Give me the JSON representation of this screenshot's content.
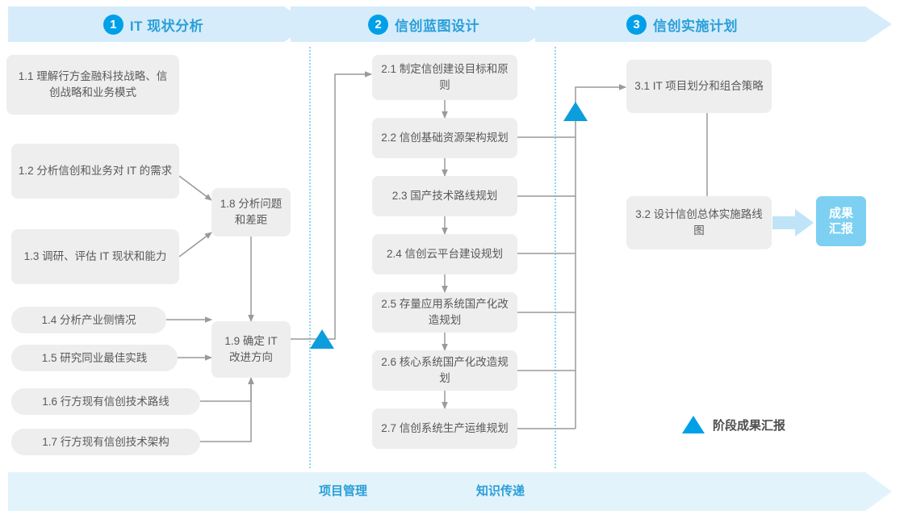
{
  "colors": {
    "accent_blue": "#00a0e9",
    "title_blue": "#2b9fd9",
    "header_band": "#d6ecfa",
    "bottom_band": "#e3f3fb",
    "box_gray": "#eeeeee",
    "box_text": "#595959",
    "badge_blue": "#7dd0f2",
    "connector_gray": "#9a9a9a",
    "divider_dotted": "#5bc8e8"
  },
  "header": {
    "phases": [
      {
        "num": "1",
        "title": "IT 现状分析"
      },
      {
        "num": "2",
        "title": "信创蓝图设计"
      },
      {
        "num": "3",
        "title": "信创实施计划"
      }
    ]
  },
  "phase1": {
    "boxes": [
      {
        "id": "1.1",
        "label": "1.1 理解行方金融科技战略、信创战略和业务模式"
      },
      {
        "id": "1.2",
        "label": "1.2 分析信创和业务对 IT 的需求"
      },
      {
        "id": "1.3",
        "label": "1.3 调研、评估 IT 现状和能力"
      },
      {
        "id": "1.4",
        "label": "1.4 分析产业侧情况"
      },
      {
        "id": "1.5",
        "label": "1.5 研究同业最佳实践"
      },
      {
        "id": "1.6",
        "label": "1.6 行方现有信创技术路线"
      },
      {
        "id": "1.7",
        "label": "1.7 行方现有信创技术架构"
      },
      {
        "id": "1.8",
        "label": "1.8 分析问题和差距"
      },
      {
        "id": "1.9",
        "label": "1.9 确定 IT 改进方向"
      }
    ]
  },
  "phase2": {
    "boxes": [
      {
        "id": "2.1",
        "label": "2.1 制定信创建设目标和原则"
      },
      {
        "id": "2.2",
        "label": "2.2 信创基础资源架构规划"
      },
      {
        "id": "2.3",
        "label": "2.3 国产技术路线规划"
      },
      {
        "id": "2.4",
        "label": "2.4 信创云平台建设规划"
      },
      {
        "id": "2.5",
        "label": "2.5 存量应用系统国产化改造规划"
      },
      {
        "id": "2.6",
        "label": "2.6 核心系统国产化改造规划"
      },
      {
        "id": "2.7",
        "label": "2.7 信创系统生产运维规划"
      }
    ]
  },
  "phase3": {
    "boxes": [
      {
        "id": "3.1",
        "label": "3.1 IT 项目划分和组合策略"
      },
      {
        "id": "3.2",
        "label": "3.2 设计信创总体实施路线图"
      }
    ],
    "result_badge": "成果\n汇报"
  },
  "legend": {
    "icon": "triangle-icon",
    "label": "阶段成果汇报"
  },
  "bottom": {
    "items": [
      "项目管理",
      "知识传递"
    ]
  },
  "milestones": [
    {
      "name": "milestone-phase1",
      "after": "1.9"
    },
    {
      "name": "milestone-phase2",
      "after": "2.x-bus"
    }
  ]
}
